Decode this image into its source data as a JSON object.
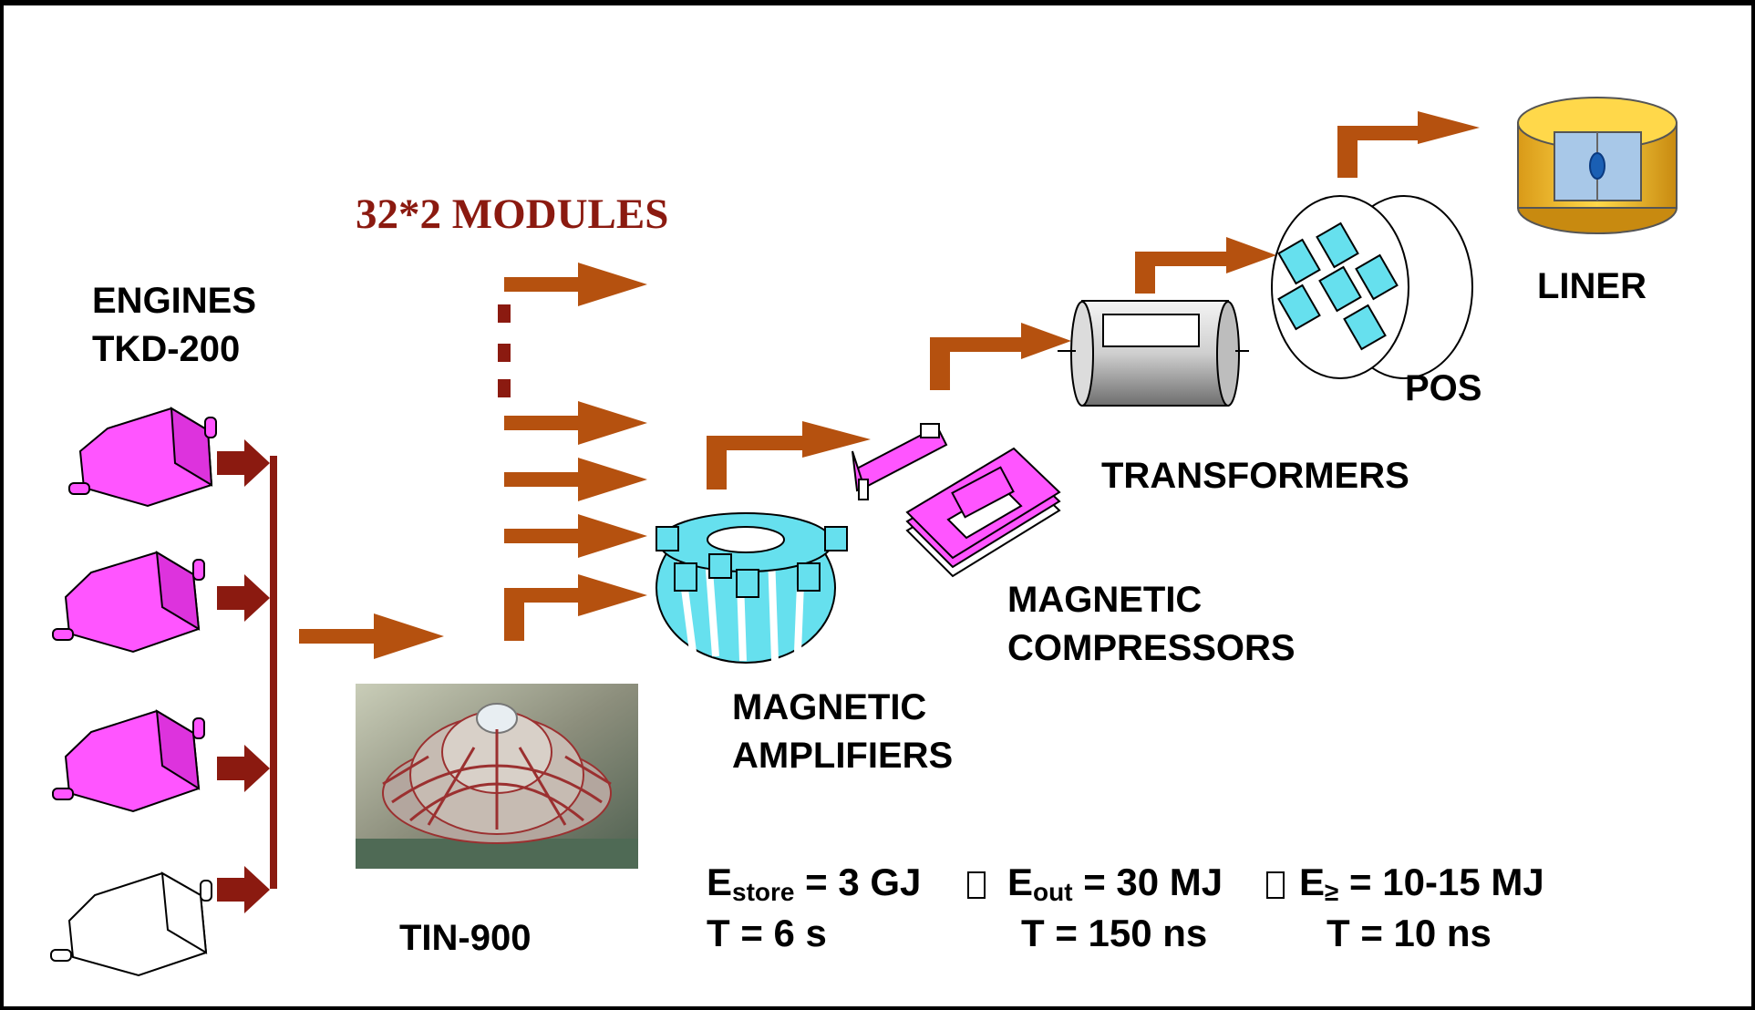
{
  "title": "32*2 MODULES",
  "labels": {
    "engines_line1": "ENGINES",
    "engines_line2": "TKD-200",
    "tin": "TIN-900",
    "amplifiers_line1": "MAGNETIC",
    "amplifiers_line2": "AMPLIFIERS",
    "compressors_line1": "MAGNETIC",
    "compressors_line2": "COMPRESSORS",
    "transformers": "TRANSFORMERS",
    "pos": "POS",
    "liner": "LINER"
  },
  "energy": {
    "store_prefix": "E",
    "store_sub": "store",
    "store_value": " = 3 GJ",
    "out_prefix": "E",
    "out_sub": "out",
    "out_value": " = 30 MJ",
    "liner_prefix": "E",
    "liner_sub": "≥",
    "liner_value": "  = 10-15 MJ",
    "t1": "T = 6 s",
    "t2": "T = 150 ns",
    "t3": "T = 10 ns"
  },
  "colors": {
    "arrow": "#b5510f",
    "bus": "#8b1a10",
    "engine": "#ff55ff",
    "cyan": "#66e0ee",
    "title": "#8b1a10"
  }
}
